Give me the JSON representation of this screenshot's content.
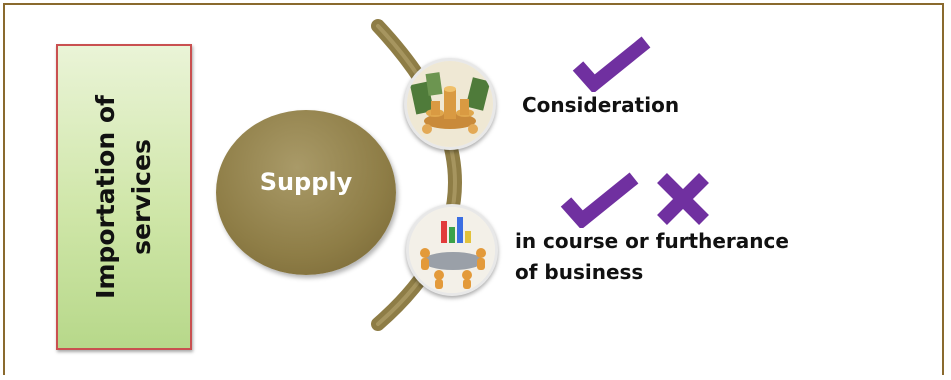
{
  "side_box": {
    "line1": "Importation of",
    "line2": "services"
  },
  "center": {
    "label": "Supply"
  },
  "items": [
    {
      "label": "Consideration",
      "marks": [
        "check"
      ],
      "icon": "money-icon"
    },
    {
      "label_line1": "in course or furtherance",
      "label_line2": "of business",
      "marks": [
        "check",
        "cross"
      ],
      "icon": "business-meeting-icon"
    }
  ],
  "colors": {
    "accent_purple": "#7030a0",
    "arc_olive": "#8e7d46",
    "frame_brown": "#8a6a2e",
    "box_border": "#c95050"
  }
}
